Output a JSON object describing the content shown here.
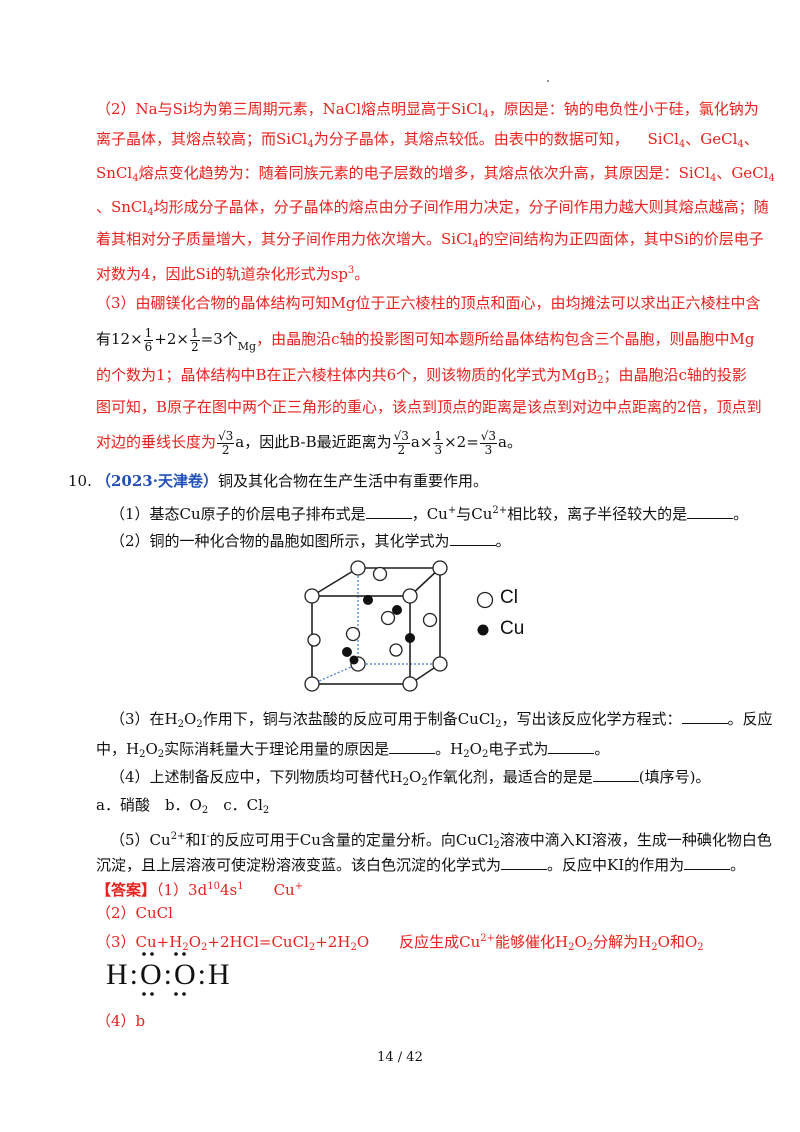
{
  "q2_prev": {
    "l1a": "（2）Na与Si均为第三周期元素，NaCl熔点明显高于SiCl",
    "l1b": "，原因是：钠的电负性小于硅，氯化钠为",
    "l2a": "离子晶体，其熔点较高；而SiCl",
    "l2b": "为分子晶体，其熔点较低。由表中的数据可知，",
    "l2c": "SiCl",
    "l2d": "、GeCl",
    "l2e": "、",
    "l3a": "SnCl",
    "l3b": "熔点变化趋势为：随着同族元素的电子层数的增多，其熔点依次升高，其原因是：SiCl",
    "l3c": "、GeCl",
    "l4a": "、SnCl",
    "l4b": "均形成分子晶体，分子晶体的熔点由分子间作用力决定，分子间作用力越大则其熔点越高；随",
    "l5a": "着其相对分子质量增大，其分子间作用力依次增大。SiCl",
    "l5b": "的空间结构为正四面体，其中Si的价层电子",
    "l6a": "对数为4，因此Si的轨道杂化形式为sp",
    "l6b": "。"
  },
  "q3_prev": {
    "l1": "（3）由硼镁化合物的晶体结构可知Mg位于正六棱柱的顶点和面心，由均摊法可以求出正六棱柱中含",
    "l2a": "有12×",
    "l2b": "+2×",
    "l2c": "=3个",
    "l2d": "Mg",
    "l2e": "，由晶胞沿c轴的投影图可知本题所给晶体结构包含三个晶胞，则晶胞中Mg",
    "l3a": "的个数为1；晶体结构中B在正六棱柱体内共6个，则该物质的化学式为MgB",
    "l3b": "；由晶胞沿c轴的投影",
    "l4": "图可知，B原子在图中两个正三角形的重心，该点到顶点的距离是该点到对边中点距离的2倍，顶点到",
    "l5a": "对边的垂线长度为",
    "l5b": "a，因此B-B最近距离为",
    "l5c": "a×",
    "l5d": "×2=",
    "l5e": "a。",
    "f1n": "1",
    "f1d": "6",
    "f2n": "1",
    "f2d": "2",
    "s3": "√3",
    "d2": "2",
    "n1": "1",
    "d3": "3"
  },
  "q10": {
    "num": "10.",
    "source": "（2023·天津卷）",
    "stem": "铜及其化合物在生产生活中有重要作用。",
    "p1a": "（1）基态Cu原子的价层电子排布式是",
    "p1b": "，Cu",
    "p1c": "与Cu",
    "p1d": "相比较，离子半径较大的是",
    "p1e": "。",
    "p2a": "（2）铜的一种化合物的晶胞如图所示，其化学式为",
    "p2b": "。",
    "legend_cl": "Cl",
    "legend_cu": "Cu",
    "p3a": "（3）在H",
    "p3b": "O",
    "p3c": "作用下，铜与浓盐酸的反应可用于制备CuCl",
    "p3d": "，写出该反应化学方程式：",
    "p3e": "。反应",
    "p3f": "中，H",
    "p3g": "O",
    "p3h": "实际消耗量大于理论用量的原因是",
    "p3i": "。H",
    "p3j": "O",
    "p3k": "电子式为",
    "p3l": "。",
    "p4a": "（4）上述制备反应中，下列物质均可替代H",
    "p4b": "O",
    "p4c": "作氧化剂，最适合的是是",
    "p4d": "(填序号)。",
    "p4opts": "a．硝酸　b．O",
    "p4opts2": "　c．Cl",
    "p5a": "（5）Cu",
    "p5b": "和I",
    "p5c": "的反应可用于Cu含量的定量分析。向CuCl",
    "p5d": "溶液中滴入KI溶液，生成一种碘化物白色",
    "p5e": "沉淀，且上层溶液可使淀粉溶液变蓝。该白色沉淀的化学式为",
    "p5f": "。反应中KI的作用为",
    "p5g": "。"
  },
  "answer": {
    "label": "【答案】",
    "a1a": "（1）3d",
    "a1b": "4s",
    "a1c": "Cu",
    "a2": "（2）CuCl",
    "a3a": "（3）Cu+H",
    "a3b": "O",
    "a3c": "+2HCl=CuCl",
    "a3d": "+2H",
    "a3e": "O",
    "a3f": "反应生成Cu",
    "a3g": "能够催化H",
    "a3h": "O",
    "a3i": "分解为H",
    "a3j": "O和O",
    "lewis": "H:O:O:H",
    "a4": "（4）b"
  },
  "footer": "14 / 42",
  "colors": {
    "answer": "#e8231f",
    "source": "#2150b8"
  }
}
